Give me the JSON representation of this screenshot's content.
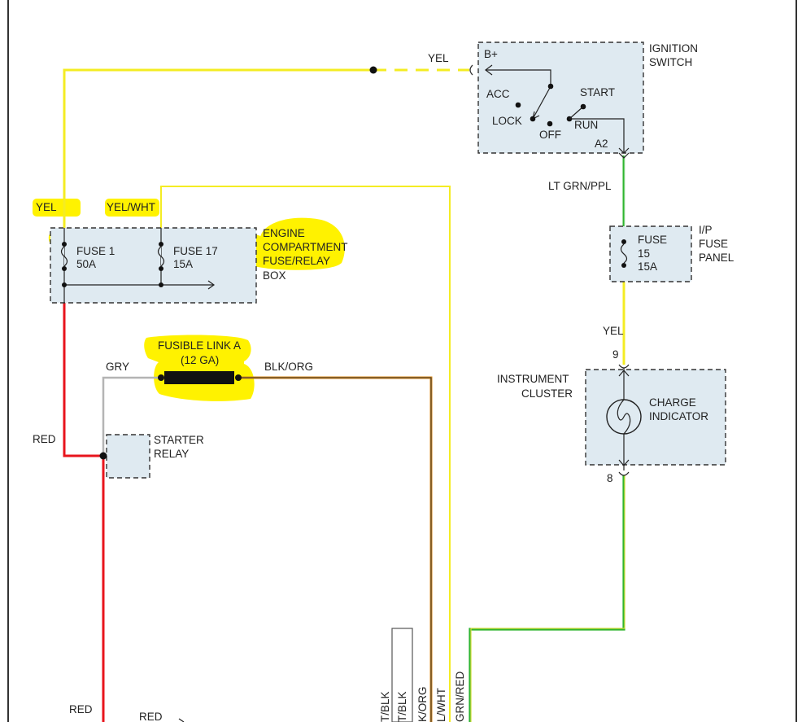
{
  "ignition_switch": {
    "title_line1": "IGNITION",
    "title_line2": "SWITCH",
    "bplus": "B+",
    "acc": "ACC",
    "lock": "LOCK",
    "off": "OFF",
    "run": "RUN",
    "start": "START",
    "a2": "A2"
  },
  "wires": {
    "yel_top": "YEL",
    "lt_grn_ppl": "LT GRN/PPL",
    "yel_cluster": "YEL",
    "gry": "GRY",
    "blk_org": "BLK/ORG",
    "red_left": "RED",
    "red_bottom1": "RED",
    "red_bottom2": "RED",
    "yel_fuse1": "YEL",
    "yel_wht_fuse17": "YEL/WHT",
    "bottom_labels": [
      "T/BLK",
      "T/BLK",
      "K/ORG",
      "L/WHT",
      "GRN/RED"
    ]
  },
  "engine_box": {
    "title_line1": "ENGINE",
    "title_line2": "COMPARTMENT",
    "title_line3": "FUSE/RELAY",
    "title_line4": "BOX",
    "fuse1_name": "FUSE 1",
    "fuse1_rating": "50A",
    "fuse17_name": "FUSE 17",
    "fuse17_rating": "15A"
  },
  "ip_fuse": {
    "title_line1": "I/P",
    "title_line2": "FUSE",
    "title_line3": "PANEL",
    "fuse_name": "FUSE",
    "fuse_number": "15",
    "fuse_rating": "15A"
  },
  "fusible_link": {
    "name": "FUSIBLE LINK A",
    "gauge": "(12 GA)"
  },
  "starter_relay": {
    "line1": "STARTER",
    "line2": "RELAY"
  },
  "cluster": {
    "title_line1": "INSTRUMENT",
    "title_line2": "CLUSTER",
    "indicator_line1": "CHARGE",
    "indicator_line2": "INDICATOR",
    "pin_top": "9",
    "pin_bottom": "8"
  },
  "colors": {
    "yellow_wire": "#f4ec23",
    "red_wire": "#e8141c",
    "green_wire": "#2fb52f",
    "orange_wire": "#d98a1a",
    "gray_wire": "#b4b4b4",
    "highlight": "#fff200",
    "box_fill": "#dfeaf1"
  }
}
